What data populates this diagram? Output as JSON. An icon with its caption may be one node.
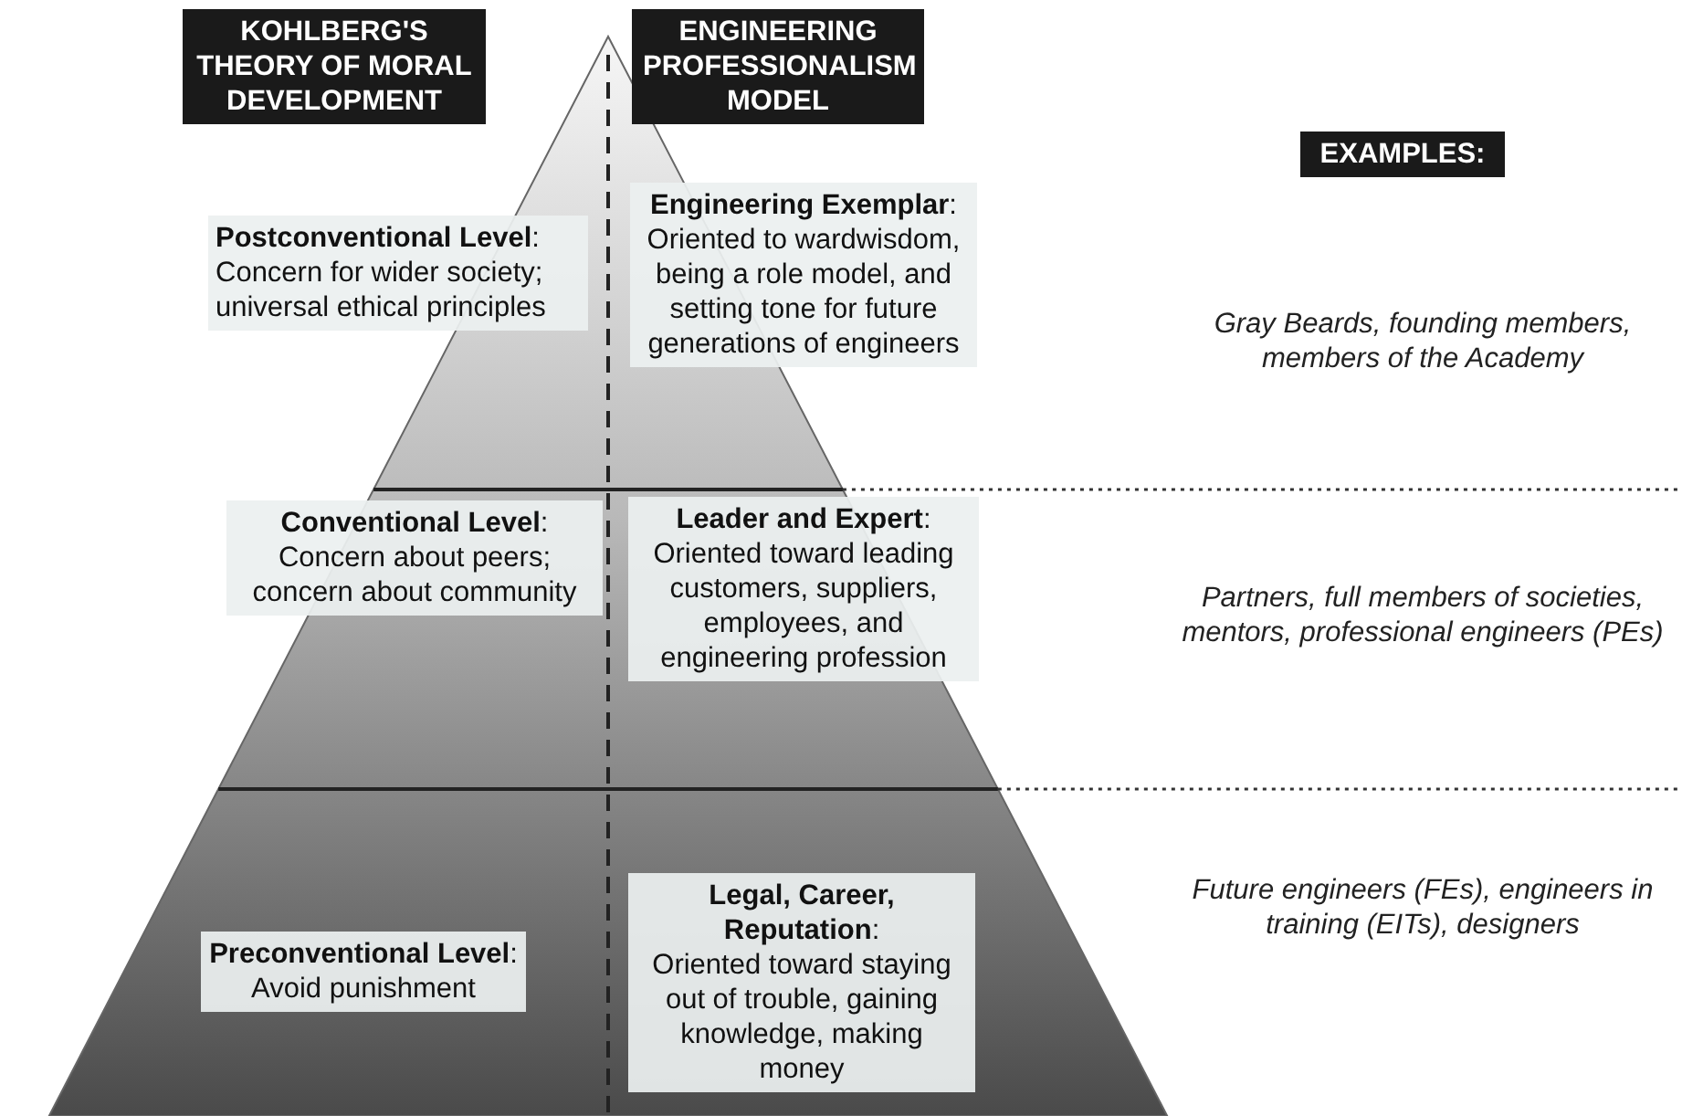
{
  "diagram": {
    "nodes": [
      {
        "text": [
          "KOHLBERG'S THEORY OF MORAL DEVELOPMENT"
        ]
      },
      {
        "text": [
          "ENGINEERING PROFESSIONALISM MODEL"
        ]
      },
      {
        "text": [
          "EXAMPLES:"
        ]
      },
      {
        "text": [
          "**Postconventional Level**:",
          "Concern for wider society; universal ethical principles"
        ]
      },
      {
        "text": [
          "**Engineering Exemplar**:",
          "Oriented to wardwisdom, being a role model, and setting tone for future generations of engineers"
        ]
      },
      {
        "text": [
          "**Conventional Level**:",
          "Concern about peers; concern about community"
        ]
      },
      {
        "text": [
          "**Leader and Expert**:",
          "Oriented toward leading customers, suppliers, employees, and engineering profession"
        ]
      },
      {
        "text": [
          "**Preconventional Level**:",
          "Avoid punishment"
        ]
      },
      {
        "text": [
          "**Legal, Career, Reputation**:",
          "Oriented toward staying out of trouble, gaining knowledge, making money"
        ]
      }
    ],
    "labels": [
      "Gray Beards, founding members, members of the Academy",
      "Partners, full members of societies, mentors, professional engineers (PEs)",
      "Future engineers (FEs), engineers in training (EITs), designers"
    ]
  }
}
